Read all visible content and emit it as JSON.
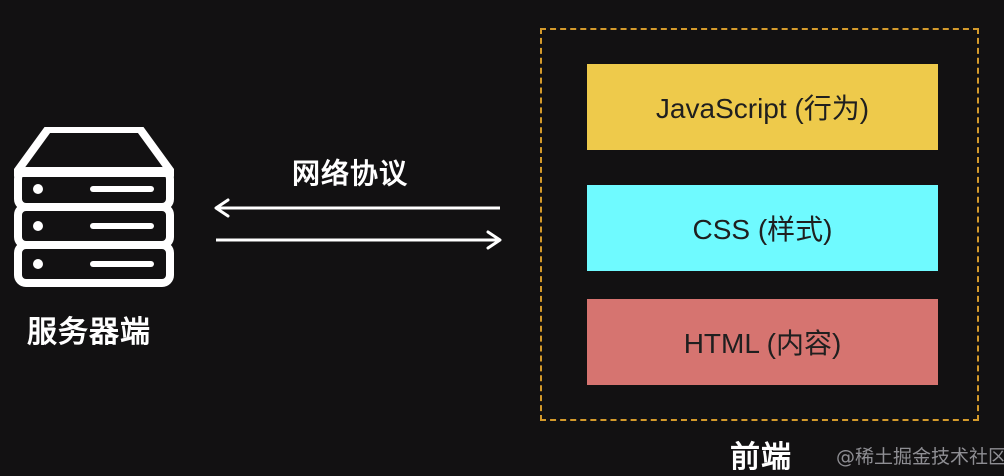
{
  "server": {
    "label": "服务器端",
    "icon": "server-icon"
  },
  "connection": {
    "label": "网络协议",
    "arrow_left_icon": "arrow-left-icon",
    "arrow_right_icon": "arrow-right-icon"
  },
  "frontend": {
    "label": "前端",
    "layers": [
      {
        "label": "JavaScript (行为)",
        "color": "#eeca4b"
      },
      {
        "label": "CSS (样式)",
        "color": "#6ffaff"
      },
      {
        "label": "HTML (内容)",
        "color": "#d67470"
      }
    ],
    "border_color": "#d49a2b"
  },
  "watermark": {
    "text": "@稀土掘金技术社区"
  }
}
